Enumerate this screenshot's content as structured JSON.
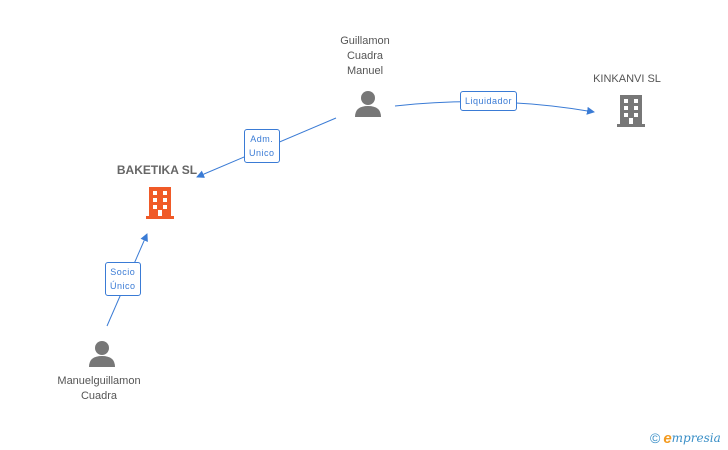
{
  "nodes": {
    "guillamon": {
      "label": [
        "Guillamon",
        "Cuadra",
        "Manuel"
      ],
      "type": "person"
    },
    "kinkanvi": {
      "label": "KINKANVI SL",
      "type": "company"
    },
    "baketika": {
      "label": "BAKETIKA SL",
      "type": "company-main"
    },
    "manuelguillamon": {
      "label": [
        "Manuelguillamon",
        "Cuadra"
      ],
      "type": "person"
    }
  },
  "edges": {
    "liquidador": {
      "label": "Liquidador"
    },
    "adm_unico": {
      "label": [
        "Adm.",
        "Unico"
      ]
    },
    "socio_unico": {
      "label": [
        "Socio",
        "Único"
      ]
    }
  },
  "colors": {
    "edge": "#3a7bd5",
    "person": "#777777",
    "company_main": "#f05a28",
    "company": "#777777"
  },
  "brand": {
    "copyright": "©",
    "e": "e",
    "rest": "mpresia"
  }
}
